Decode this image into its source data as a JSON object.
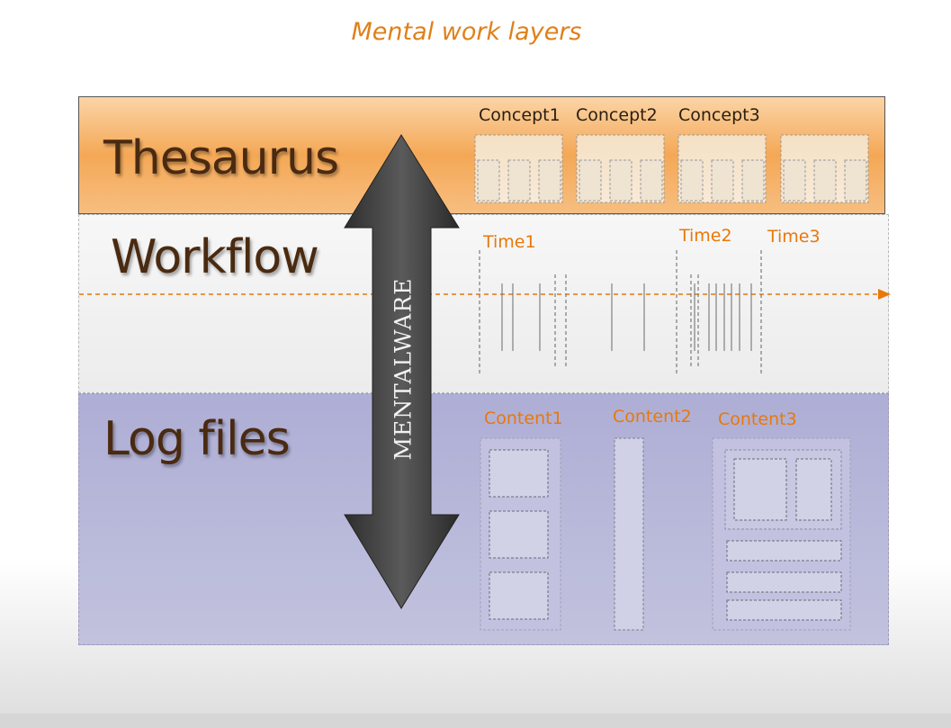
{
  "title": "Mental work layers",
  "layers": {
    "thesaurus": "Thesaurus",
    "workflow": "Workflow",
    "log_files": "Log files"
  },
  "arrow_label": "MENTALWARE",
  "concepts": [
    "Concept1",
    "Concept2",
    "Concept3"
  ],
  "times": [
    "Time1",
    "Time2",
    "Time3"
  ],
  "contents": [
    "Content1",
    "Content2",
    "Content3"
  ],
  "colors": {
    "title": "#e0801a",
    "thesaurus_band": "#f4a856",
    "log_band": "#aeaed6",
    "orange_text": "#e8780a"
  }
}
